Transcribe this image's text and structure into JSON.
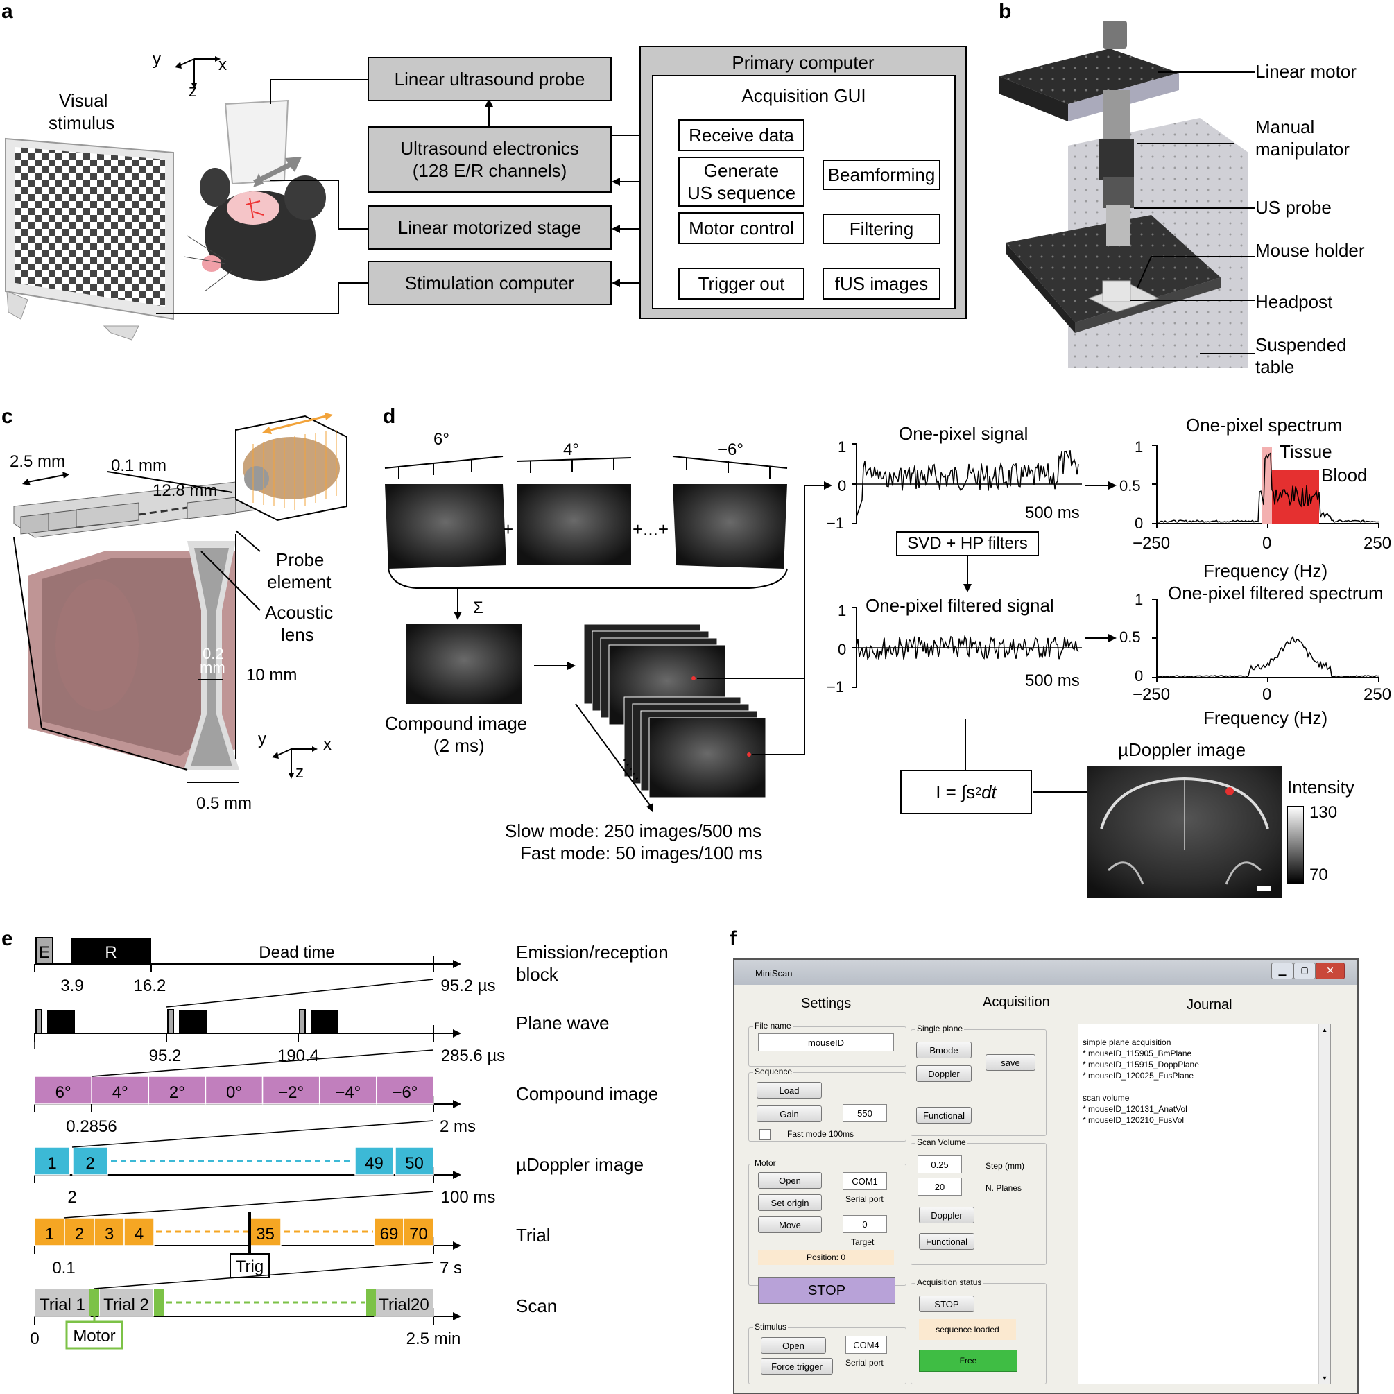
{
  "panels": {
    "a": "a",
    "b": "b",
    "c": "c",
    "d": "d",
    "e": "e",
    "f": "f"
  },
  "a": {
    "axes": {
      "y": "y",
      "x": "x",
      "z": "z"
    },
    "visual_stimulus": [
      "Visual",
      "stimulus"
    ],
    "probe": "Linear ultrasound probe",
    "electronics": [
      "Ultrasound electronics",
      "(128 E/R channels)"
    ],
    "stage": "Linear motorized stage",
    "stim_computer": "Stimulation computer",
    "primary": "Primary computer",
    "gui": "Acquisition GUI",
    "receive": "Receive data",
    "generate": [
      "Generate",
      "US sequence"
    ],
    "motor_control": "Motor control",
    "trigger_out": "Trigger out",
    "beamforming": "Beamforming",
    "filtering": "Filtering",
    "fus": "fUS images"
  },
  "b": {
    "labels": [
      "Linear motor",
      "Manual",
      "manipulator",
      "US probe",
      "Mouse holder",
      "Headpost",
      "Suspended",
      "table"
    ]
  },
  "c": {
    "dims": {
      "a": "2.5 mm",
      "b": "0.1 mm",
      "c": "12.8 mm",
      "d": "10 mm",
      "e": "0.5 mm",
      "f": "0.2",
      "g": "mm"
    },
    "probe_element": [
      "Probe",
      "element"
    ],
    "lens": [
      "Acoustic",
      "lens"
    ],
    "axes": {
      "y": "y",
      "x": "x",
      "z": "z"
    }
  },
  "d": {
    "angles": [
      "6°",
      "4°",
      "−6°"
    ],
    "plus": "+",
    "dots": "+...+",
    "sigma": "Σ",
    "compound": [
      "Compound image",
      "(2 ms)"
    ],
    "modes": [
      "Slow mode: 250 images/500 ms",
      "Fast mode: 50 images/100 ms"
    ],
    "signal_title": "One-pixel signal",
    "filtered_title": "One-pixel filtered signal",
    "svd": "SVD + HP filters",
    "ms500": "500 ms",
    "yticks": [
      "1",
      "0",
      "−1"
    ],
    "spec_title": "One-pixel spectrum",
    "fspec_title": "One-pixel filtered spectrum",
    "tissue": "Tissue",
    "blood": "Blood",
    "spec_yticks": [
      "1",
      "0.5",
      "0"
    ],
    "spec_xticks": [
      "−250",
      "0",
      "250"
    ],
    "freq": "Frequency (Hz)",
    "formula_a": "I = ∫s",
    "formula_sup": "2",
    "formula_b": " dt",
    "doppler_title": "µDoppler image",
    "intensity": "Intensity",
    "cbar": [
      "130",
      "70"
    ]
  },
  "e": {
    "row_labels": [
      [
        "Emission/reception",
        "block"
      ],
      [
        "Plane wave"
      ],
      [
        "Compound image"
      ],
      [
        "µDoppler image"
      ],
      [
        "Trial"
      ],
      [
        "Scan"
      ]
    ],
    "E": "E",
    "R": "R",
    "dead": "Dead time",
    "row1_ticks": [
      "3.9",
      "16.2",
      "95.2 µs"
    ],
    "row2_ticks": [
      "95.2",
      "190.4",
      "285.6 µs"
    ],
    "angles": [
      "6°",
      "4°",
      "2°",
      "0°",
      "−2°",
      "−4°",
      "−6°"
    ],
    "row3_ticks": [
      "0.2856",
      "2 ms"
    ],
    "doppler": [
      "1",
      "2",
      "49",
      "50"
    ],
    "row4_ticks": [
      "2",
      "100 ms"
    ],
    "trial": [
      "1",
      "2",
      "3",
      "4",
      "35",
      "69",
      "70"
    ],
    "row5_ticks": [
      "0.1",
      "7 s"
    ],
    "trig": "Trig",
    "scan": [
      "Trial 1",
      "Trial 2",
      "Trial20"
    ],
    "row6_ticks": [
      "0",
      "2.5 min"
    ],
    "motor": "Motor"
  },
  "f": {
    "window_title": "MiniScan",
    "settings": "Settings",
    "acquisition": "Acquisition",
    "journal": "Journal",
    "file_name": "File name",
    "file_value": "mouseID",
    "sequence": "Sequence",
    "load": "Load",
    "gain": "Gain",
    "gain_value": "550",
    "fast_mode": "Fast mode 100ms",
    "motor": "Motor",
    "open": "Open",
    "com1": "COM1",
    "serial_port": "Serial port",
    "set_origin": "Set origin",
    "move": "Move",
    "target_value": "0",
    "target": "Target",
    "position": "Position:  0",
    "stop": "STOP",
    "stimulus": "Stimulus",
    "open2": "Open",
    "com4": "COM4",
    "serial_port2": "Serial port",
    "force_trigger": "Force trigger",
    "single_plane": "Single plane",
    "bmode": "Bmode",
    "doppler": "Doppler",
    "save": "save",
    "functional": "Functional",
    "scan_volume": "Scan Volume",
    "step_value": "0.25",
    "step": "Step (mm)",
    "planes_value": "20",
    "n_planes": "N. Planes",
    "doppler2": "Doppler",
    "functional2": "Functional",
    "acq_status": "Acquisition status",
    "stop2": "STOP",
    "seq_loaded": "sequence loaded",
    "free": "Free",
    "journal_lines": [
      "simple plane acquisition",
      "* mouseID_115905_BmPlane",
      "* mouseID_115915_DoppPlane",
      "* mouseID_120025_FusPlane",
      "",
      "scan volume",
      "* mouseID_120131_AnatVol",
      "* mouseID_120210_FusVol"
    ]
  },
  "colors": {
    "purple": "#c17fbd",
    "cyan": "#3cb9d6",
    "orange": "#f5a623",
    "green": "#7cc247",
    "red": "#e53030",
    "grey": "#c8c8c8"
  }
}
